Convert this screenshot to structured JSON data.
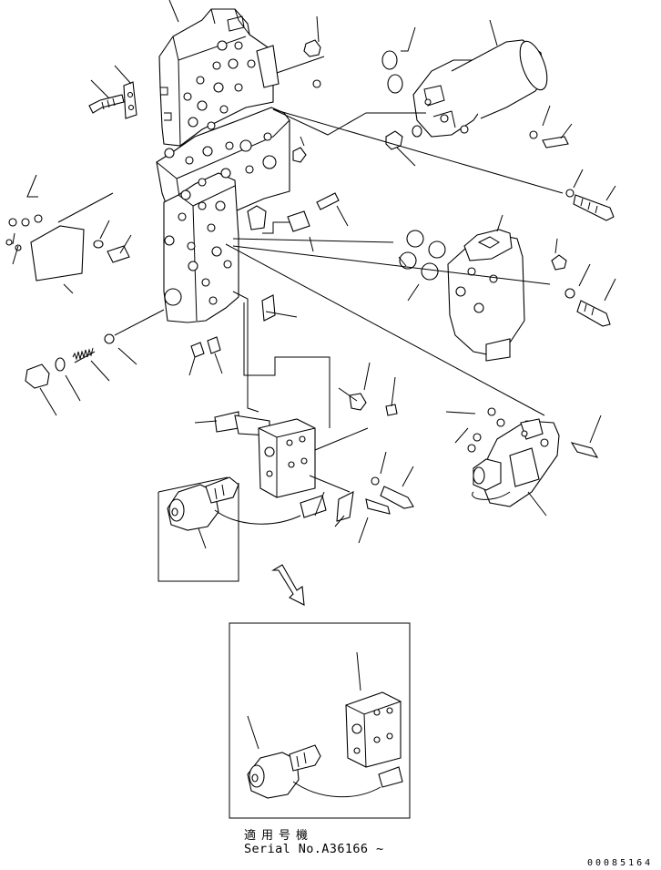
{
  "caption": {
    "applicable": "適用号機",
    "serial": "Serial No.A36166 ~"
  },
  "drawing_number": "00085164",
  "colors": {
    "ink": "#000000",
    "paper": "#ffffff"
  }
}
